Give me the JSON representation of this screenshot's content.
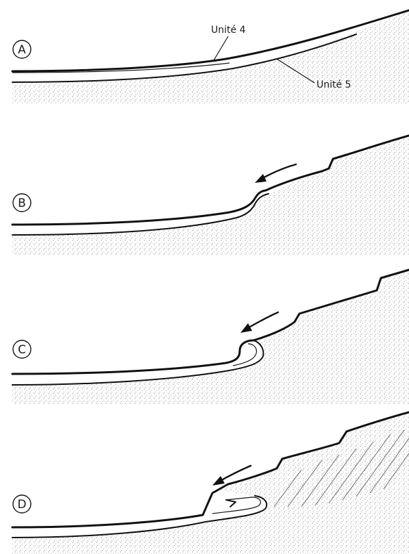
{
  "panels": [
    {
      "letter": "A"
    },
    {
      "letter": "B"
    },
    {
      "letter": "C"
    },
    {
      "letter": "D"
    }
  ],
  "labels": {
    "unit4": "Unité 4",
    "unit5": "Unité 5"
  }
}
